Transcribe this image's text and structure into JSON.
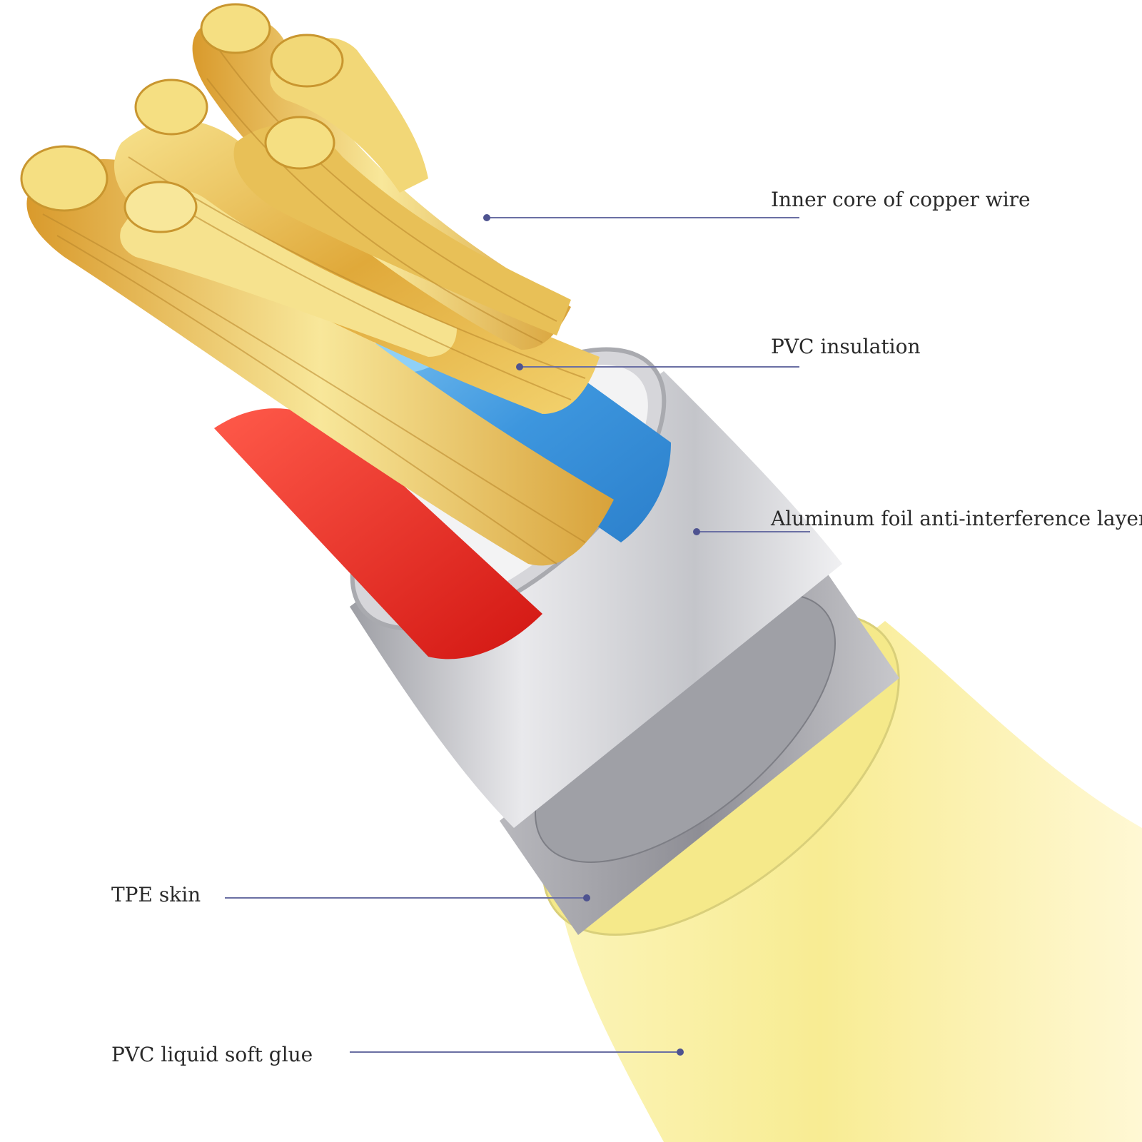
{
  "labels": {
    "copper_core": "Inner core of copper wire",
    "pvc_insulation": "PVC insulation",
    "aluminum_foil": "Aluminum foil anti-interference layer",
    "tpe_skin": "TPE skin",
    "pvc_glue": "PVC liquid soft glue"
  },
  "colors": {
    "leader_line": "#6a6fa3",
    "copper": "#e3b640",
    "copper_light": "#f6e08a",
    "blue_wire": "#3f9be0",
    "red_wire": "#e8261f",
    "aluminum": "#c9c9cc",
    "tpe": "#9a9aa0",
    "jacket": "#f7eea0"
  }
}
